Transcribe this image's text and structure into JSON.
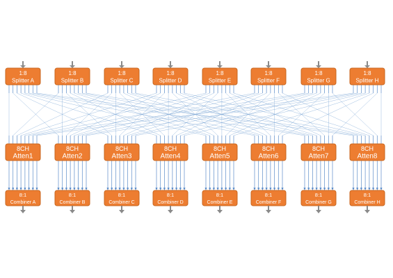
{
  "splitters": [
    {
      "line1": "1:8",
      "line2": "Splitter A"
    },
    {
      "line1": "1:8",
      "line2": "Splitter B"
    },
    {
      "line1": "1:8",
      "line2": "Splitter C"
    },
    {
      "line1": "1:8",
      "line2": "Splitter D"
    },
    {
      "line1": "1:8",
      "line2": "Splitter E"
    },
    {
      "line1": "1:8",
      "line2": "Splitter F"
    },
    {
      "line1": "1:8",
      "line2": "Splitter G"
    },
    {
      "line1": "1:8",
      "line2": "Splitter H"
    }
  ],
  "attenuators": [
    {
      "line1": "8CH",
      "line2": "Atten1"
    },
    {
      "line1": "8CH",
      "line2": "Atten2"
    },
    {
      "line1": "8CH",
      "line2": "Atten3"
    },
    {
      "line1": "8CH",
      "line2": "Atten4"
    },
    {
      "line1": "8CH",
      "line2": "Atten5"
    },
    {
      "line1": "8CH",
      "line2": "Atten6"
    },
    {
      "line1": "8CH",
      "line2": "Atten7"
    },
    {
      "line1": "8CH",
      "line2": "Atten8"
    }
  ],
  "combiners": [
    {
      "line1": "8:1",
      "line2": "Combiner A"
    },
    {
      "line1": "8:1",
      "line2": "Combiner B"
    },
    {
      "line1": "8:1",
      "line2": "Combiner C"
    },
    {
      "line1": "8:1",
      "line2": "Combiner D"
    },
    {
      "line1": "8:1",
      "line2": "Combiner E"
    },
    {
      "line1": "8:1",
      "line2": "Combiner F"
    },
    {
      "line1": "8:1",
      "line2": "Combiner G"
    },
    {
      "line1": "8:1",
      "line2": "Combiner H"
    }
  ],
  "ports_per_module": 8,
  "colors": {
    "module_fill": "#ED7D31",
    "wire": "#8FB4DB",
    "arrow": "#8A8A8A"
  }
}
